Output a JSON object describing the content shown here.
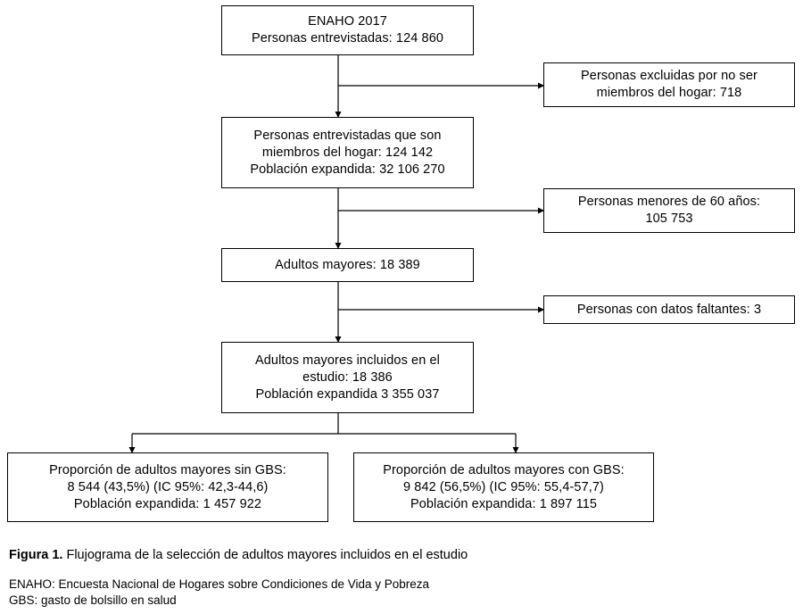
{
  "figure": {
    "caption_label": "Figura 1.",
    "caption_text": "Flujograma de la selección de adultos mayores incluidos en el estudio",
    "footnotes": [
      "ENAHO: Encuesta Nacional de Hogares sobre Condiciones de Vida y Pobreza",
      "GBS: gasto de bolsillo en salud"
    ]
  },
  "colors": {
    "box_border": "#000000",
    "connector": "#000000",
    "background": "#ffffff",
    "text": "#000000"
  },
  "chart_data": {
    "type": "flowchart",
    "title": "Flujograma de la selección de adultos mayores incluidos en el estudio",
    "orientation": "top-down",
    "nodes": [
      {
        "id": "enaho",
        "column": "main",
        "lines": [
          "ENAHO 2017",
          "Personas entrevistadas: 124 860"
        ],
        "value": 124860
      },
      {
        "id": "excluidos",
        "column": "right",
        "lines": [
          "Personas excluidas por no ser",
          "miembros del hogar: 718"
        ],
        "value": 718
      },
      {
        "id": "miembros",
        "column": "main",
        "lines": [
          "Personas entrevistadas que son",
          "miembros del hogar: 124 142",
          "Población expandida: 32 106 270"
        ],
        "value": 124142,
        "expanded_population": 32106270
      },
      {
        "id": "menores",
        "column": "right",
        "lines": [
          "Personas menores de 60 años:",
          "105 753"
        ],
        "value": 105753
      },
      {
        "id": "adultos",
        "column": "main",
        "lines": [
          "Adultos mayores: 18 389"
        ],
        "value": 18389
      },
      {
        "id": "faltantes",
        "column": "right",
        "lines": [
          "Personas con datos faltantes: 3"
        ],
        "value": 3
      },
      {
        "id": "incluidos",
        "column": "main",
        "lines": [
          "Adultos mayores incluidos en el",
          "estudio: 18 386",
          "Población expandida 3 355 037"
        ],
        "value": 18386,
        "expanded_population": 3355037
      },
      {
        "id": "sin-gbs",
        "column": "bottom-left",
        "lines": [
          "Proporción de adultos mayores sin GBS:",
          "8 544 (43,5%) (IC 95%: 42,3-44,6)",
          "Población expandida: 1 457 922"
        ],
        "value": 8544,
        "percent": 43.5,
        "ci95": [
          42.3,
          44.6
        ],
        "expanded_population": 1457922
      },
      {
        "id": "con-gbs",
        "column": "bottom-right",
        "lines": [
          "Proporción de adultos mayores con GBS:",
          "9 842 (56,5%) (IC 95%: 55,4-57,7)",
          "Población expandida: 1 897 115"
        ],
        "value": 9842,
        "percent": 56.5,
        "ci95": [
          55.4,
          57.7
        ],
        "expanded_population": 1897115
      }
    ],
    "edges": [
      {
        "from": "enaho",
        "to": "miembros",
        "type": "vertical-arrow"
      },
      {
        "from": "enaho",
        "to": "excluidos",
        "type": "branch-right-arrow"
      },
      {
        "from": "miembros",
        "to": "adultos",
        "type": "vertical-arrow"
      },
      {
        "from": "miembros",
        "to": "menores",
        "type": "branch-right-arrow"
      },
      {
        "from": "adultos",
        "to": "incluidos",
        "type": "vertical-arrow"
      },
      {
        "from": "adultos",
        "to": "faltantes",
        "type": "branch-right-arrow"
      },
      {
        "from": "incluidos",
        "to": "sin-gbs",
        "type": "split-down-arrow"
      },
      {
        "from": "incluidos",
        "to": "con-gbs",
        "type": "split-down-arrow"
      }
    ]
  },
  "nodes": {
    "enaho": {
      "line1": "ENAHO 2017",
      "line2": "Personas entrevistadas: 124 860"
    },
    "excluidos": {
      "line1": "Personas excluidas por no ser",
      "line2": "miembros del hogar: 718"
    },
    "miembros": {
      "line1": "Personas entrevistadas que son",
      "line2": "miembros del hogar: 124 142",
      "line3": "Población expandida: 32 106 270"
    },
    "menores": {
      "line1": "Personas menores de 60 años:",
      "line2": "105 753"
    },
    "adultos": {
      "line1": "Adultos mayores: 18 389"
    },
    "faltantes": {
      "line1": "Personas con datos faltantes: 3"
    },
    "incluidos": {
      "line1": "Adultos mayores incluidos en el",
      "line2": "estudio: 18 386",
      "line3": "Población expandida 3 355 037"
    },
    "sin_gbs": {
      "line1": "Proporción de adultos mayores sin GBS:",
      "line2": "8 544 (43,5%) (IC 95%: 42,3-44,6)",
      "line3": "Población expandida: 1 457 922"
    },
    "con_gbs": {
      "line1": "Proporción de adultos mayores con GBS:",
      "line2": "9 842 (56,5%) (IC 95%: 55,4-57,7)",
      "line3": "Población expandida: 1 897 115"
    }
  }
}
